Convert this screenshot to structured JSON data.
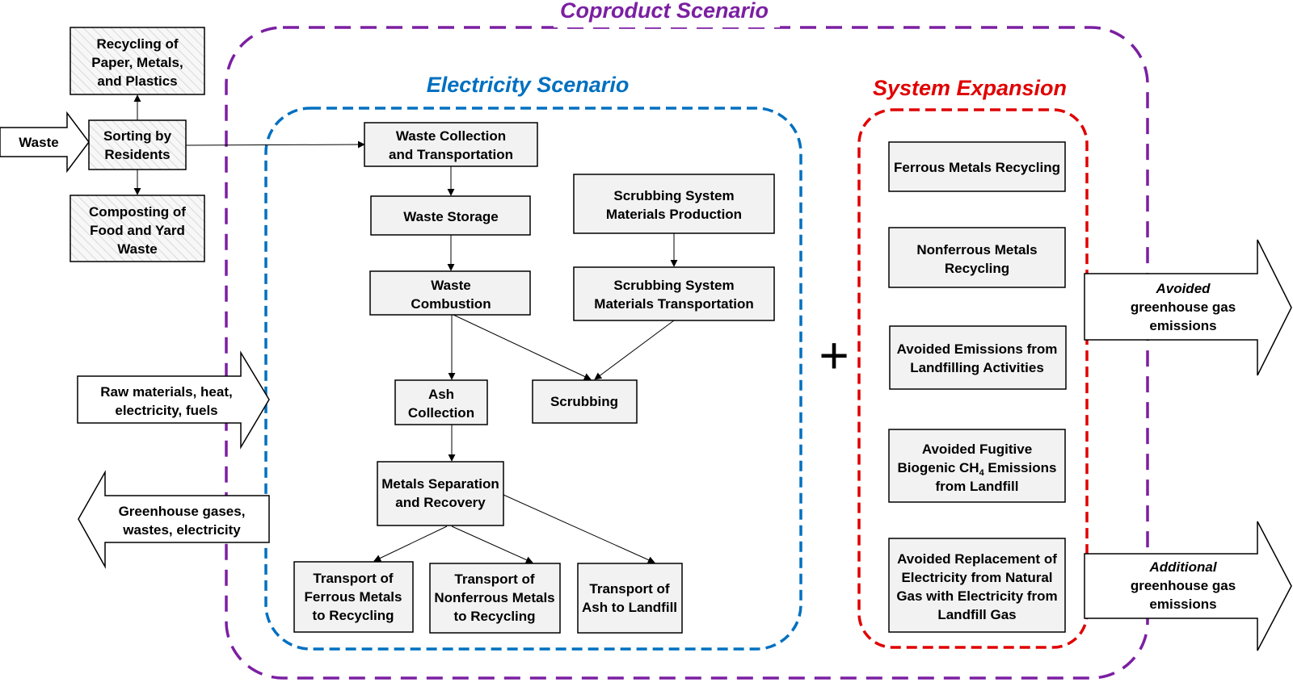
{
  "colors": {
    "coproduct": "#7b1fa2",
    "electricity": "#0070c0",
    "system_expansion": "#e00000",
    "box_fill": "#f2f2f2"
  },
  "regions": {
    "coproduct": {
      "title": "Coproduct Scenario"
    },
    "electricity": {
      "title": "Electricity Scenario"
    },
    "system_expansion": {
      "title": "System Expansion"
    }
  },
  "left_inputs": {
    "waste_arrow": "Waste",
    "sorting": [
      "Sorting by",
      "Residents"
    ],
    "recycling": [
      "Recycling of",
      "Paper, Metals,",
      "and Plastics"
    ],
    "composting": [
      "Composting of",
      "Food and Yard",
      "Waste"
    ],
    "raw_materials_arrow": [
      "Raw materials, heat,",
      "electricity, fuels"
    ],
    "greenhouse_out_arrow": [
      "Greenhouse gases,",
      "wastes, electricity"
    ]
  },
  "electricity_nodes": {
    "collection": [
      "Waste Collection",
      "and Transportation"
    ],
    "storage": [
      "Waste Storage"
    ],
    "combustion": [
      "Waste",
      "Combustion"
    ],
    "scrub_production": [
      "Scrubbing System",
      "Materials Production"
    ],
    "scrub_transport": [
      "Scrubbing System",
      "Materials Transportation"
    ],
    "ash_collection": [
      "Ash",
      "Collection"
    ],
    "scrubbing": [
      "Scrubbing"
    ],
    "metals_separation": [
      "Metals Separation",
      "and Recovery"
    ],
    "transport_ferrous": [
      "Transport of",
      "Ferrous Metals",
      "to Recycling"
    ],
    "transport_nonferrous": [
      "Transport of",
      "Nonferrous Metals",
      "to Recycling"
    ],
    "transport_ash": [
      "Transport of",
      "Ash to Landfill"
    ]
  },
  "plus_symbol": "+",
  "system_expansion_nodes": {
    "ferrous": [
      "Ferrous Metals Recycling"
    ],
    "nonferrous": [
      "Nonferrous Metals",
      "Recycling"
    ],
    "landfilling": [
      "Avoided Emissions from",
      "Landfilling Activities"
    ],
    "fugitive": {
      "line1": "Avoided Fugitive",
      "line2_pre": "Biogenic CH",
      "line2_sub": "4",
      "line2_post": " Emissions",
      "line3": "from Landfill"
    },
    "replacement": [
      "Avoided Replacement of",
      "Electricity from Natural",
      "Gas with Electricity from",
      "Landfill Gas"
    ]
  },
  "right_outputs": {
    "avoided": {
      "emphasis": "Avoided",
      "rest": [
        "greenhouse gas",
        "emissions"
      ]
    },
    "additional": {
      "emphasis": "Additional",
      "rest": [
        "greenhouse gas",
        "emissions"
      ]
    }
  }
}
